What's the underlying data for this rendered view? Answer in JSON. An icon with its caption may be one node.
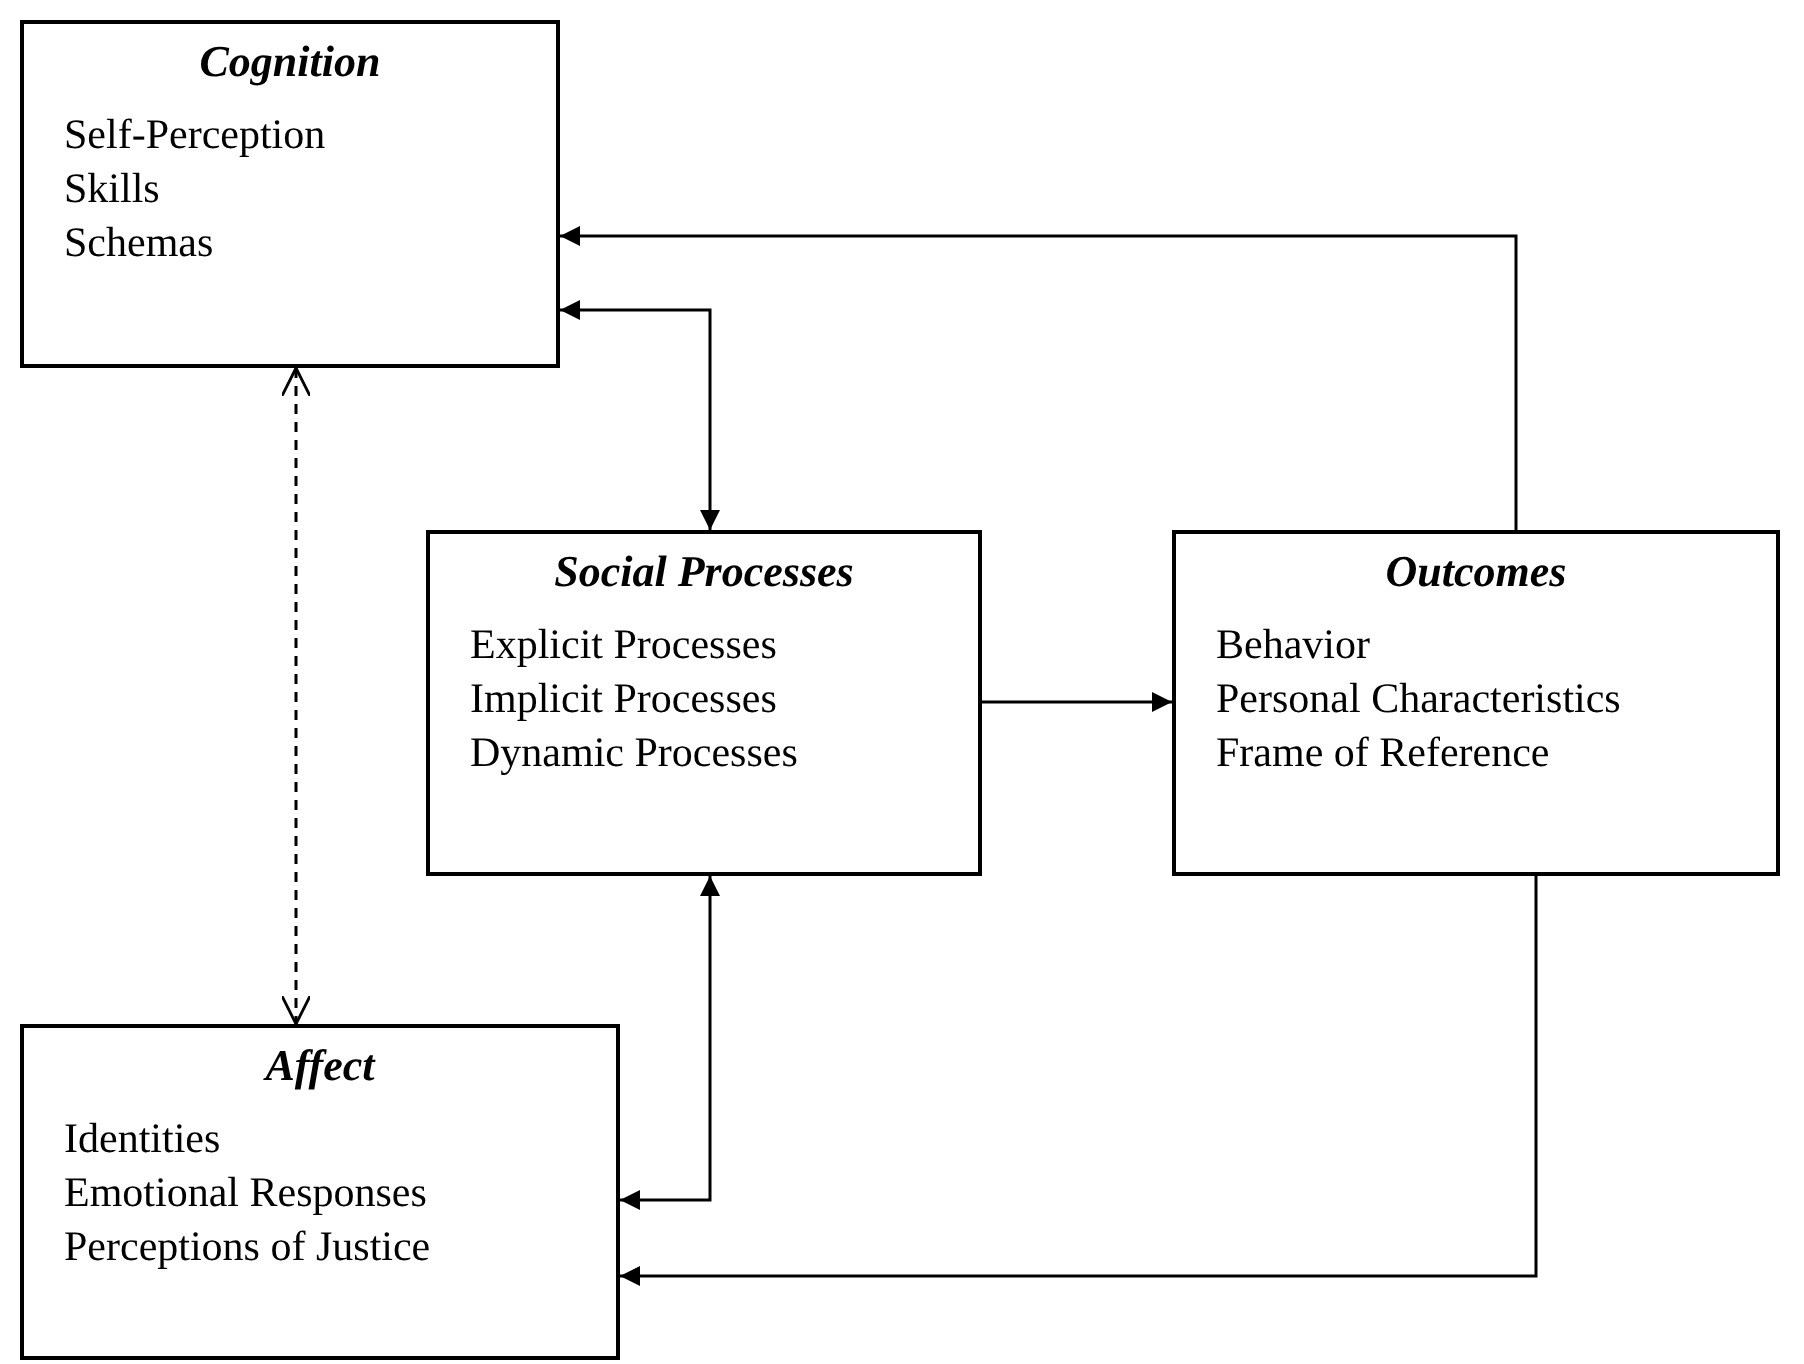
{
  "diagram": {
    "nodes": [
      {
        "text": [
          "Cognition",
          "Self-Perception",
          "Skills",
          "Schemas"
        ]
      },
      {
        "text": [
          "Social Processes",
          "Explicit Processes",
          "Implicit Processes",
          "Dynamic Processes"
        ]
      },
      {
        "text": [
          "Outcomes",
          "Behavior",
          "Personal Characteristics",
          "Frame of Reference"
        ]
      },
      {
        "text": [
          "Affect",
          "Identities",
          "Emotional Responses",
          "Perceptions of Justice"
        ]
      }
    ],
    "edges": [
      {
        "from": 2,
        "to": 0,
        "arrow": "to"
      },
      {
        "from": 0,
        "to": 1,
        "arrow": "both"
      },
      {
        "from": 0,
        "to": 3,
        "arrow": "both",
        "style": "dashed"
      },
      {
        "from": 1,
        "to": 2,
        "arrow": "to"
      },
      {
        "from": 1,
        "to": 3,
        "arrow": "both"
      },
      {
        "from": 2,
        "to": 3,
        "arrow": "to"
      }
    ]
  }
}
